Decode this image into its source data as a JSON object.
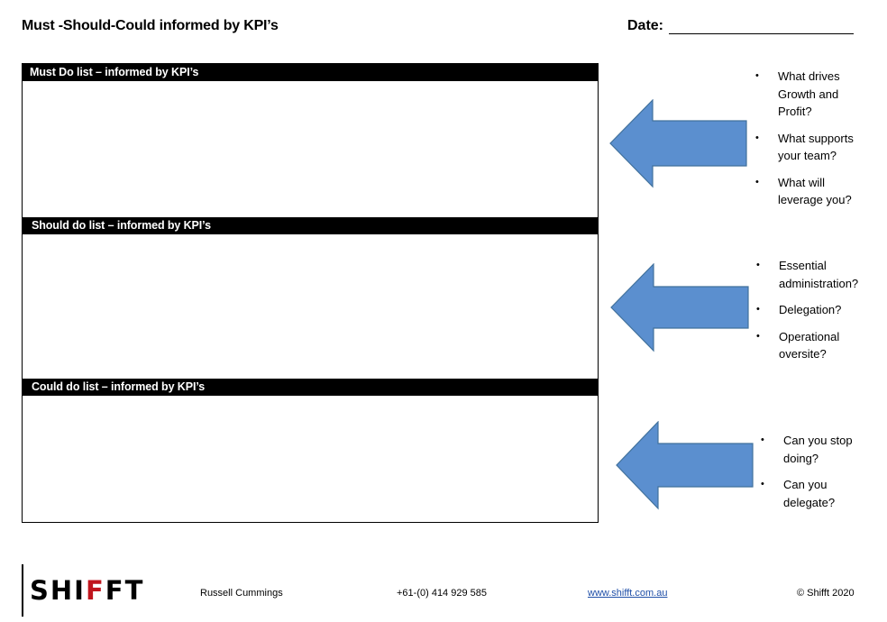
{
  "header": {
    "title": "Must -Should-Could informed by KPI’s",
    "date_label": "Date:"
  },
  "sections": [
    {
      "label": "Must Do list – informed by KPI’s"
    },
    {
      "label": "Should do list – informed by KPI’s"
    },
    {
      "label": "Could do list – informed by KPI’s"
    }
  ],
  "prompts": {
    "must": [
      "What drives Growth and Profit?",
      "What supports your team?",
      "What will leverage you?"
    ],
    "should": [
      "Essential administration?",
      "Delegation?",
      "Operational oversite?"
    ],
    "could": [
      "Can you stop doing?",
      "Can you delegate?"
    ]
  },
  "colors": {
    "arrow_fill": "#5b8fcf",
    "arrow_stroke": "#41719c",
    "logo_accent": "#c0151d"
  },
  "footer": {
    "logo_prefix": "SHI",
    "logo_accent": "F",
    "logo_suffix": "FT",
    "name": "Russell Cummings",
    "phone": "+61-(0) 414 929 585",
    "website": "www.shifft.com.au",
    "copyright": "© Shifft 2020"
  }
}
